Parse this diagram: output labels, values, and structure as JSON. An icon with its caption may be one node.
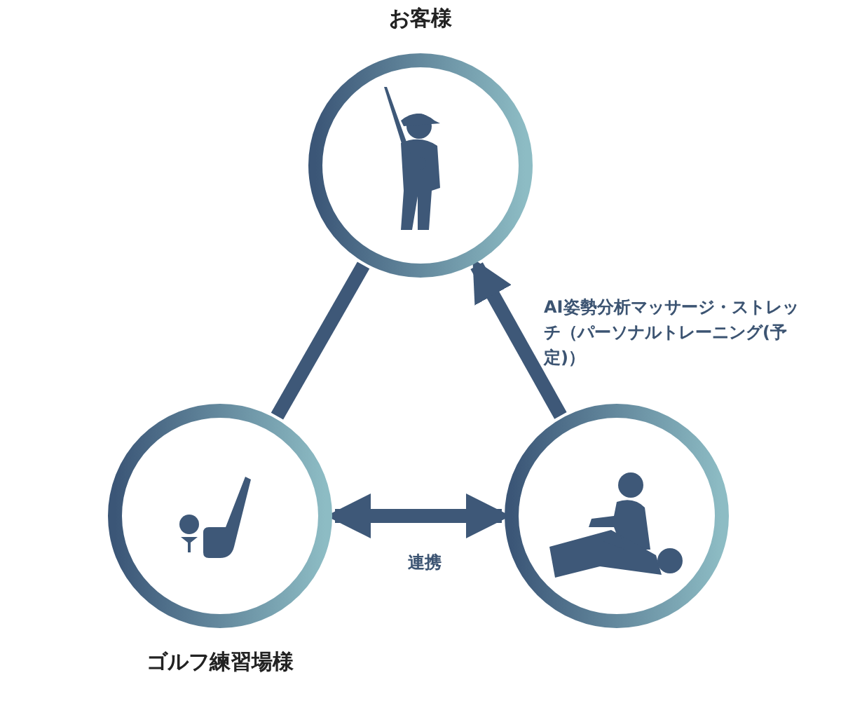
{
  "diagram": {
    "nodes": [
      {
        "text": [
          "お客様"
        ]
      },
      {
        "text": [
          "ゴルフ練習場様"
        ]
      },
      {
        "text": [],
        "shape": "circle"
      }
    ],
    "edges": [
      {
        "from": 0,
        "to": 1,
        "arrow": "none"
      },
      {
        "from": 2,
        "to": 0,
        "arrow": "to",
        "label": "AI姿勢分析マッサージ・ストレッチ（パーソナルトレーニング(予定)）"
      },
      {
        "from": 1,
        "to": 2,
        "arrow": "both",
        "label": "連携"
      }
    ]
  }
}
